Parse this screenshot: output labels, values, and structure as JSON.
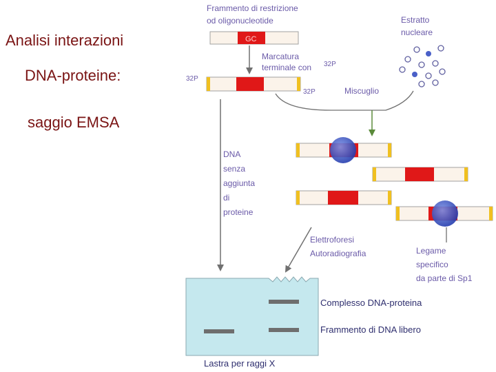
{
  "title": {
    "line1": "Analisi interazioni",
    "line2": "DNA-proteine:",
    "line3": "saggio EMSA"
  },
  "labels": {
    "fragment_line1": "Frammento di restrizione",
    "fragment_line2": "od oligonucleotide",
    "gc": "GC",
    "labeling_line1": "Marcatura",
    "labeling_line2": "terminale con",
    "p32": "32P",
    "p32_left": "32P",
    "p32_right": "32P",
    "extract_line1": "Estratto",
    "extract_line2": "nucleare",
    "mix": "Miscuglio",
    "no_protein": [
      "DNA",
      "senza",
      "aggiunta",
      "di",
      "proteine"
    ],
    "electro_line1": "Elettroforesi",
    "electro_line2": "Autoradiografia",
    "binding": [
      "Legame",
      "specifico",
      "da parte di Sp1"
    ],
    "complex": "Complesso DNA-proteina",
    "free_dna": "Frammento di DNA libero",
    "xray": "Lastra per raggi X"
  },
  "colors": {
    "title": "#7a1414",
    "dna_segment": "#e01818",
    "dna_body": "#fbf3ea",
    "dna_end": "#f0c020",
    "protein": "#3a56c8",
    "arrow": "#707070",
    "gel": "#c5e8ee",
    "band": "#6e6e6e",
    "label": "#6a5aa8"
  },
  "icons": {
    "protein": "protein-blob-icon",
    "nuclear_extract": "particle-dots-icon"
  }
}
